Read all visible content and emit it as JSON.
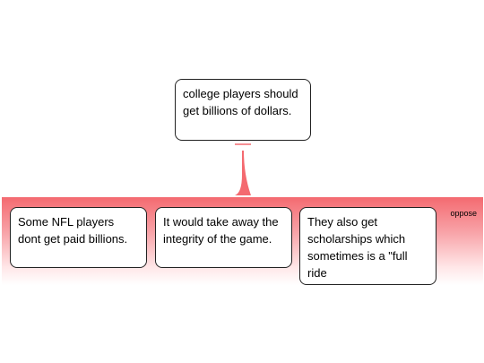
{
  "claim": {
    "text": "college players should get billions of dollars."
  },
  "group": {
    "label": "oppose",
    "color": "#f46a70"
  },
  "reasons": [
    {
      "text": "Some NFL players dont get paid billions."
    },
    {
      "text": "It would take away the integrity of the game."
    },
    {
      "text": "They also get scholarships which sometimes is a \"full ride"
    }
  ]
}
